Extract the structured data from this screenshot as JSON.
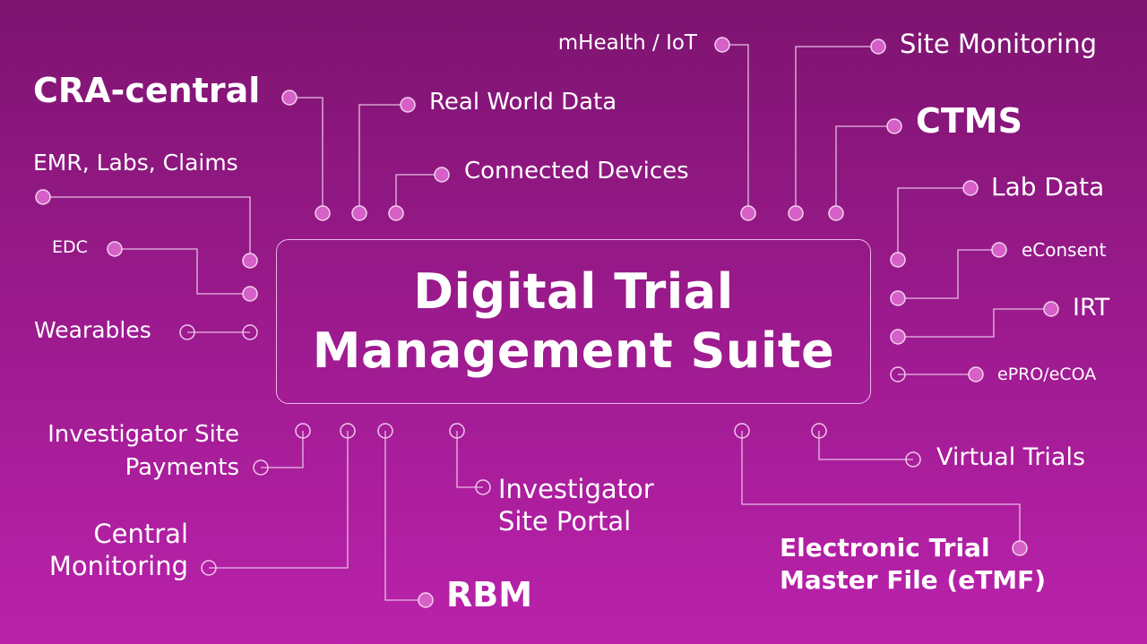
{
  "hub": {
    "line1": "Digital Trial",
    "line2": "Management Suite"
  },
  "modules": {
    "cra_central": "CRA-central",
    "real_world_data": "Real World Data",
    "connected_devices": "Connected Devices",
    "mhealth_iot": "mHealth / IoT",
    "site_monitoring": "Site Monitoring",
    "ctms": "CTMS",
    "emr_labs_claims": "EMR, Labs, Claims",
    "edc": "EDC",
    "wearables": "Wearables",
    "lab_data": "Lab Data",
    "econsent": "eConsent",
    "irt": "IRT",
    "epro_ecoa": "ePRO/eCOA",
    "investigator_site_payments": [
      "Investigator Site",
      "Payments"
    ],
    "central_monitoring": [
      "Central",
      "Monitoring"
    ],
    "rbm": "RBM",
    "investigator_site_portal": [
      "Investigator",
      "Site Portal"
    ],
    "etmf": [
      "Electronic Trial",
      "Master File (eTMF)"
    ],
    "virtual_trials": "Virtual Trials"
  },
  "colors": {
    "background_top": "#7e1470",
    "background_bottom": "#ba22ab",
    "node_fill": "#d660c8",
    "wire": "#e7bde3",
    "text": "#ffffff"
  }
}
